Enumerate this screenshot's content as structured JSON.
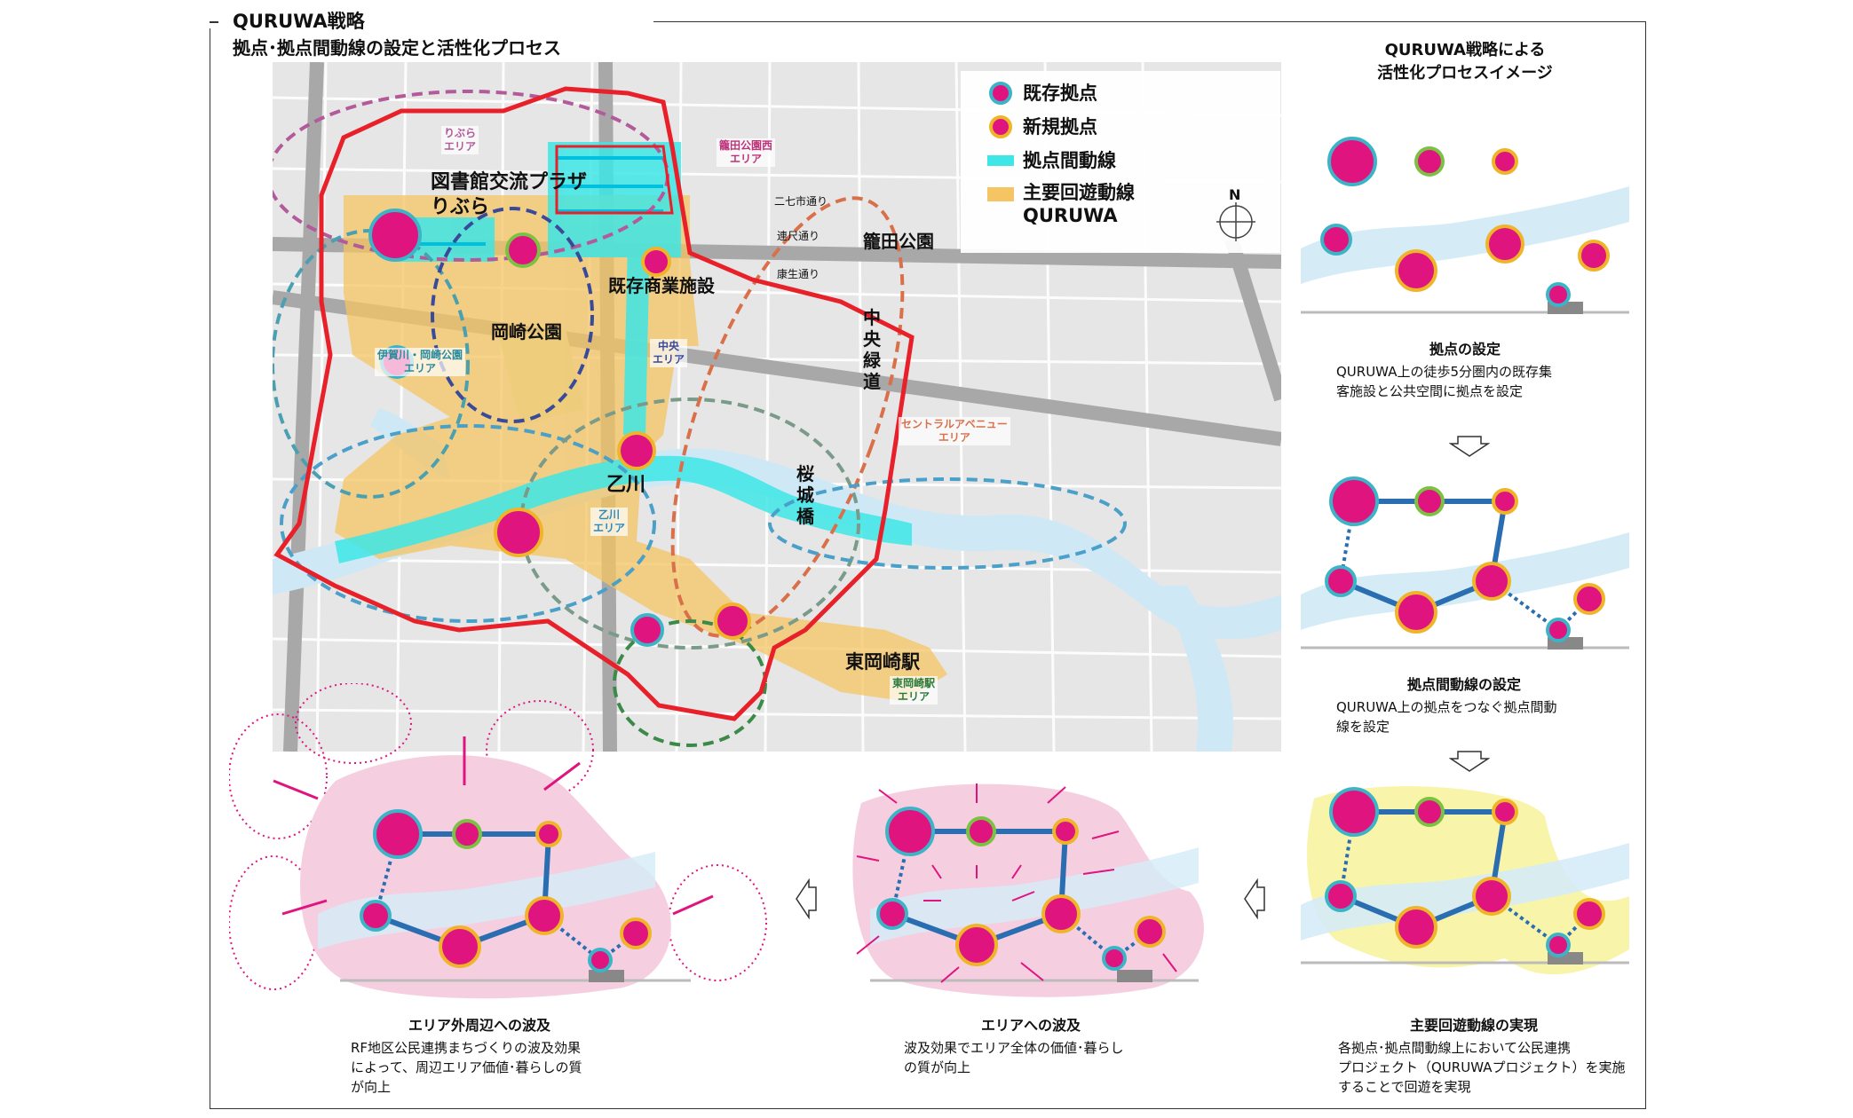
{
  "header": {
    "title": "QURUWA戦略",
    "subtitle": "拠点･拠点間動線の設定と活性化プロセス"
  },
  "legend": {
    "items": [
      {
        "label": "既存拠点",
        "color": "#e0147f",
        "ring": "#3cb4c8"
      },
      {
        "label": "新規拠点",
        "color": "#e0147f",
        "ring": "#f0b429"
      },
      {
        "label": "拠点間動線",
        "color": "#3ee6e6"
      },
      {
        "label": "主要回遊動線\nQURUWA",
        "color": "#f5c463"
      }
    ],
    "compass": "N"
  },
  "map_labels": {
    "library": "図書館交流プラザ\nりぶら",
    "commercial": "既存商業施設",
    "kagoda_park": "籠田公園",
    "okazaki_park": "岡崎公園",
    "otogawa": "乙川",
    "chuo_ryokudo": "中央緑道",
    "sakurashiro_bashi": "桜城橋",
    "higashi_okazaki": "東岡崎駅",
    "street1": "二七市通り",
    "street2": "連尺通り",
    "street3": "康生通り"
  },
  "area_labels": {
    "ribura": "りぶら\nエリア",
    "kagoda_west": "籠田公園西\nエリア",
    "iga_okazaki": "伊賀川・岡崎公園\nエリア",
    "chuo": "中央\nエリア",
    "central_avenue": "セントラルアベニュー\nエリア",
    "otogawa": "乙川\nエリア",
    "higashi_okazaki": "東岡崎駅\nエリア"
  },
  "process": {
    "side_title": "QURUWA戦略による\n活性化プロセスイメージ",
    "steps": [
      {
        "heading": "拠点の設定",
        "body": "QURUWA上の徒歩5分圏内の既存集\n客施設と公共空間に拠点を設定"
      },
      {
        "heading": "拠点間動線の設定",
        "body": "QURUWA上の拠点をつなぐ拠点間動\n線を設定"
      },
      {
        "heading": "主要回遊動線の実現",
        "body": "各拠点･拠点間動線上において公民連携\nプロジェクト（QURUWAプロジェクト）を実施\nすることで回遊を実現"
      },
      {
        "heading": "エリアへの波及",
        "body": "波及効果でエリア全体の価値･暮らし\nの質が向上"
      },
      {
        "heading": "エリア外周辺への波及",
        "body": "RF地区公民連携まちづくりの波及効果\nによって、周辺エリア価値･暮らしの質\nが向上"
      }
    ]
  },
  "colors": {
    "node_fill": "#e0147f",
    "existing_ring": "#3cb4c8",
    "new_ring": "#f0b429",
    "green_ring": "#7cc242",
    "link": "#2a6db0",
    "river": "#cfe8f5",
    "boundary": "#e8202a"
  }
}
